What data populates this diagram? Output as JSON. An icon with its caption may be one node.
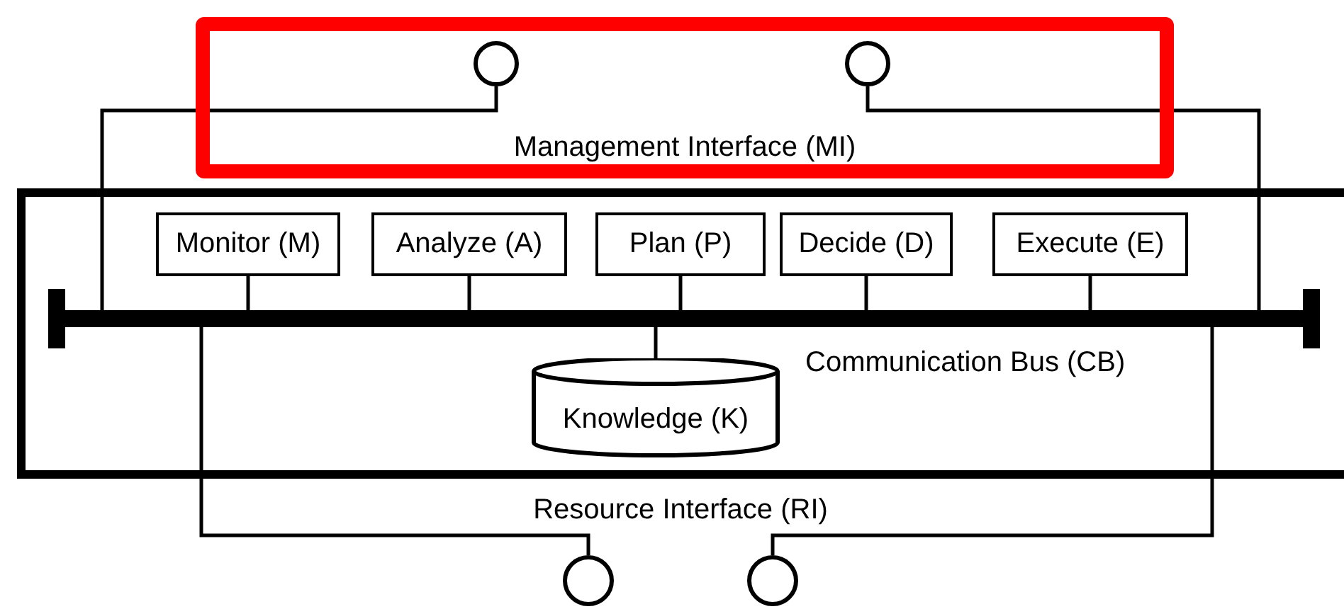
{
  "diagram": {
    "nodes": [
      {
        "text": [
          "Management Interface (MI)"
        ]
      },
      {
        "text": [],
        "shape": "circle",
        "in": 0
      },
      {
        "text": [],
        "shape": "circle",
        "in": 0
      },
      {
        "text": [],
        "shape": "box"
      },
      {
        "text": [
          "Monitor (M)"
        ],
        "in": 3
      },
      {
        "text": [
          "Analyze (A)"
        ],
        "in": 3
      },
      {
        "text": [
          "Plan (P)"
        ],
        "in": 3
      },
      {
        "text": [
          "Decide (D)"
        ],
        "in": 3
      },
      {
        "text": [
          "Execute (E)"
        ],
        "in": 3
      },
      {
        "text": [],
        "shape": "bar",
        "in": 3,
        "beside": [
          "Communication Bus (CB)"
        ]
      },
      {
        "text": [
          "Knowledge (K)"
        ],
        "in": 3
      },
      {
        "text": [],
        "shape": "circle"
      },
      {
        "text": [],
        "shape": "circle"
      }
    ],
    "edges": [
      {
        "from": 1,
        "to": 9,
        "arrow": "none"
      },
      {
        "from": 2,
        "to": 9,
        "arrow": "none"
      },
      {
        "from": 4,
        "to": 9,
        "arrow": "none"
      },
      {
        "from": 5,
        "to": 9,
        "arrow": "none"
      },
      {
        "from": 6,
        "to": 9,
        "arrow": "none"
      },
      {
        "from": 7,
        "to": 9,
        "arrow": "none"
      },
      {
        "from": 8,
        "to": 9,
        "arrow": "none"
      },
      {
        "from": 9,
        "to": 10,
        "arrow": "none"
      },
      {
        "from": 9,
        "to": 11,
        "arrow": "none"
      },
      {
        "from": 9,
        "to": 12,
        "arrow": "none"
      }
    ],
    "labels": [
      "Resource Interface (RI)"
    ]
  }
}
